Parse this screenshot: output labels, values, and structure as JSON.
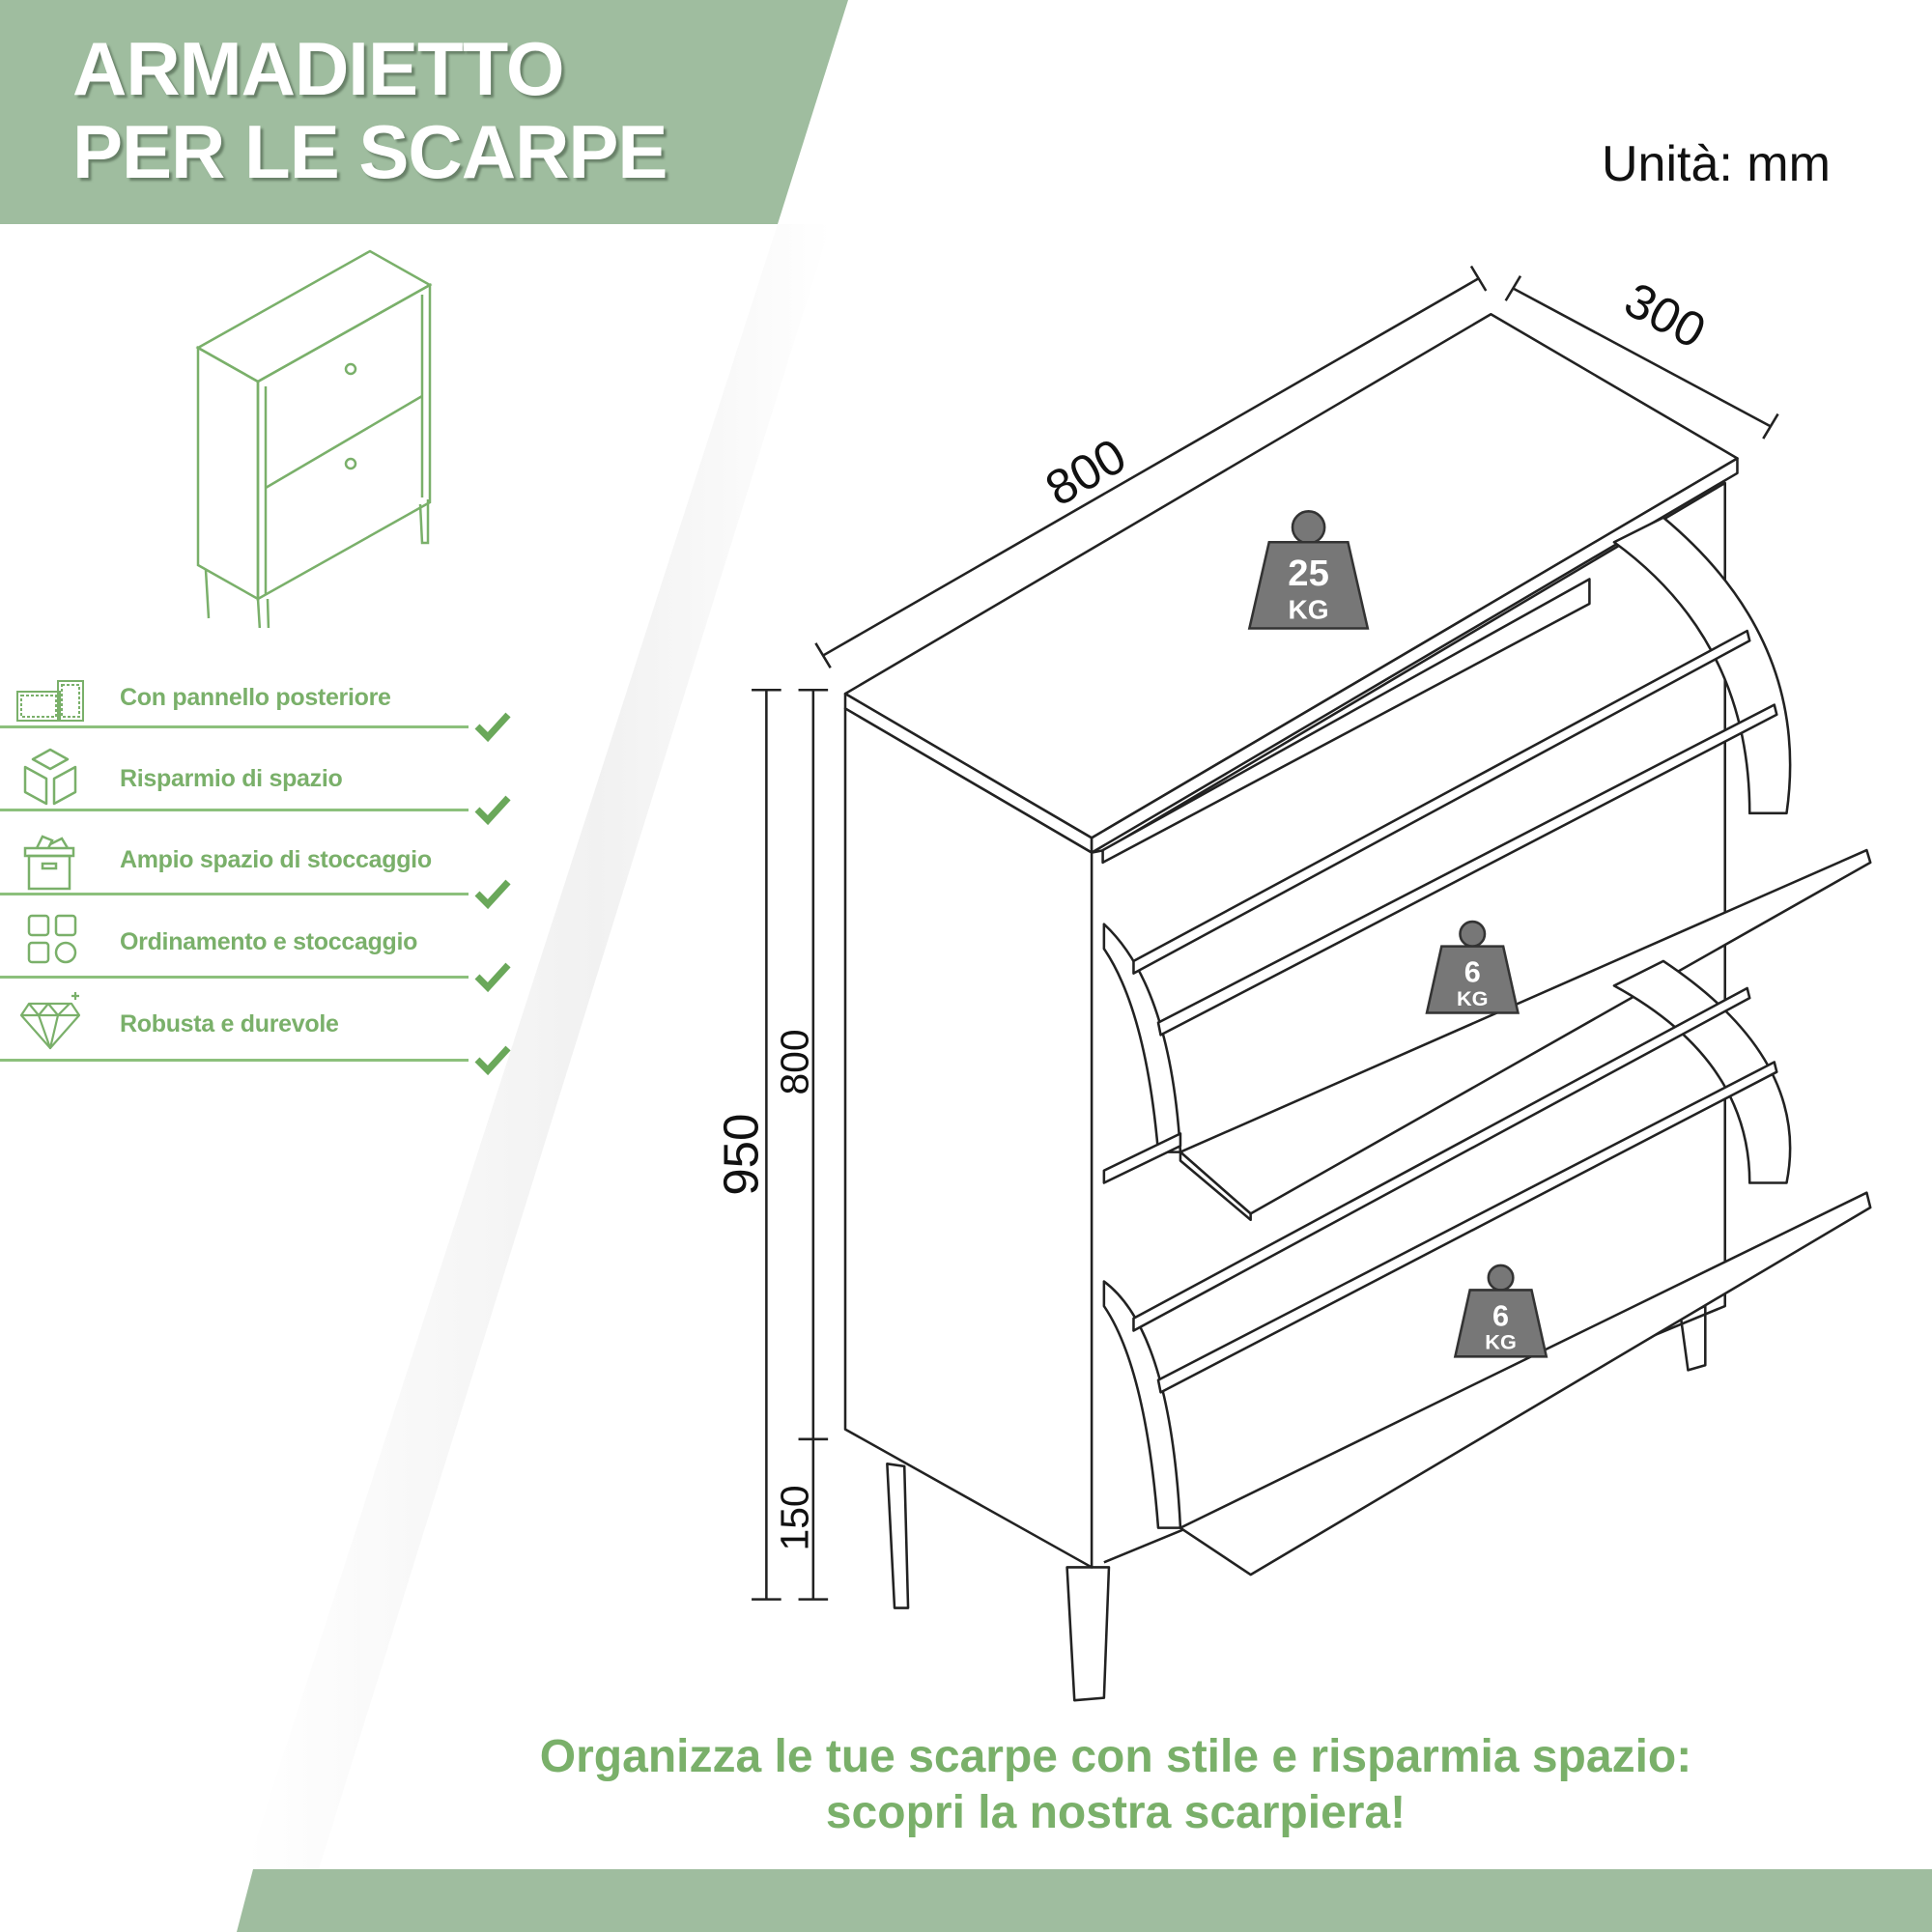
{
  "header": {
    "title_line1": "ARMADIETTO",
    "title_line2": "PER LE SCARPE"
  },
  "unit_label": "Unità: mm",
  "features": [
    {
      "icon": "back-panel-icon",
      "label": "Con pannello posteriore"
    },
    {
      "icon": "cube-icon",
      "label": "Risparmio di spazio"
    },
    {
      "icon": "storage-box-icon",
      "label": "Ampio spazio di stoccaggio"
    },
    {
      "icon": "grid-shapes-icon",
      "label": "Ordinamento e stoccaggio"
    },
    {
      "icon": "diamond-icon",
      "label": "Robusta e durevole"
    }
  ],
  "dimensions": {
    "width": "800",
    "depth": "300",
    "total_height": "950",
    "body_height": "800",
    "leg_height": "150"
  },
  "weights": {
    "top": {
      "value": "25",
      "unit": "KG"
    },
    "flap_upper": {
      "value": "6",
      "unit": "KG"
    },
    "flap_lower": {
      "value": "6",
      "unit": "KG"
    }
  },
  "slogan": {
    "line1": "Organizza le tue scarpe con stile e risparmia spazio:",
    "line2": "scopri la nostra scarpiera!"
  },
  "colors": {
    "brand_green": "#9fbd9f",
    "text_green": "#7ab06a"
  }
}
